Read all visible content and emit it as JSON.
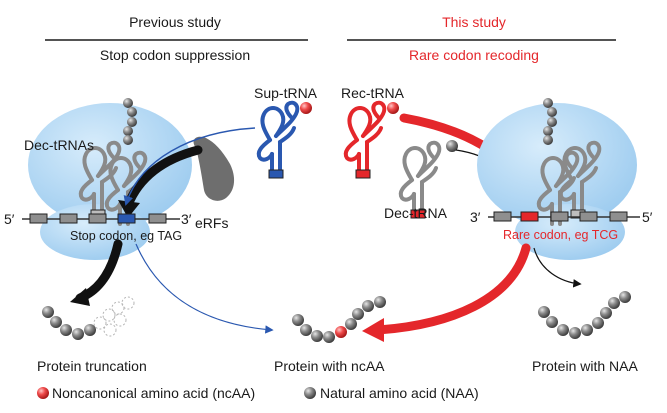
{
  "headers": {
    "previous": "Previous study",
    "this": "This study",
    "previous_sub": "Stop codon suppression",
    "this_sub": "Rare codon recoding"
  },
  "labels": {
    "dec_trnas": "Dec-tRNAs",
    "sup_trna": "Sup-tRNA",
    "rec_trna": "Rec-tRNA",
    "dec_trna": "Dec-tRNA",
    "erfs": "eRFs",
    "five_prime_left": "5′",
    "three_prime_left": "3′",
    "three_prime_right": "3′",
    "five_prime_right": "5′",
    "stop_codon": "Stop codon, eg TAG",
    "rare_codon": "Rare codon, eg TCG",
    "protein_truncation": "Protein truncation",
    "protein_ncaa": "Protein with ncAA",
    "protein_naa": "Protein with NAA"
  },
  "legend": {
    "ncaa": "Noncanonical amino acid (ncAA)",
    "naa": "Natural amino acid (NAA)"
  },
  "colors": {
    "red": "#e4272b",
    "blue": "#2a58b0",
    "ribosome": "#a9d3f2",
    "trna_gray": "#8a8a8a",
    "bead_gray": "#7d7d7d",
    "codon_gray": "#8f8f8f"
  }
}
